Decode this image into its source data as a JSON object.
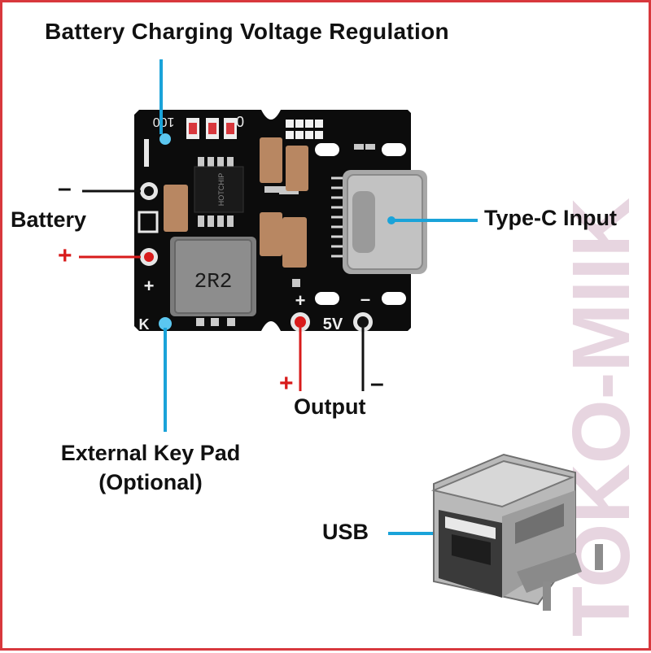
{
  "labels": {
    "regulation": "Battery Charging Voltage Regulation",
    "type_c": "Type-C Input",
    "battery": "Battery",
    "battery_minus": "–",
    "battery_plus": "+",
    "output": "Output",
    "output_plus": "+",
    "output_minus": "–",
    "external_key_line1": "External Key Pad",
    "external_key_line2": "(Optional)",
    "usb": "USB"
  },
  "board_markings": {
    "inductor": "2R2",
    "percent": "100",
    "zero": "0",
    "five_v": "5V",
    "plus_out": "+",
    "minus_out": "–",
    "plus_batt": "+",
    "key": "K",
    "ic_text": "HOTCHIP"
  },
  "watermark": {
    "text": "TOKO-MIIK",
    "color_tail": "#f2b8bb",
    "color_head": "#d5d7e8"
  },
  "colors": {
    "border": "#d8383d",
    "leader_blue": "#1aa3d9",
    "leader_red": "#d81b1b",
    "leader_black": "#111111",
    "pcb": "#0c0c0c"
  }
}
